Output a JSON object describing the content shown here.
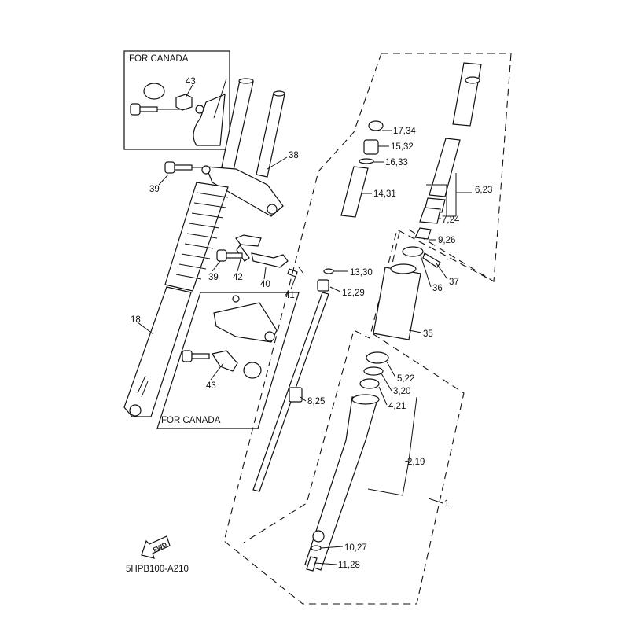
{
  "insets": {
    "top_title": "FOR CANADA",
    "bottom_title": "FOR CANADA"
  },
  "callouts": {
    "c43a": "43",
    "c38": "38",
    "c39a": "39",
    "c39b": "39",
    "c42": "42",
    "c40": "40",
    "c41": "41",
    "c18": "18",
    "c43b": "43",
    "c17_34": "17,34",
    "c15_32": "15,32",
    "c16_33": "16,33",
    "c14_31": "14,31",
    "c6_23": "6,23",
    "c7_24": "7,24",
    "c9_26": "9,26",
    "c37": "37",
    "c36": "36",
    "c13_30": "13,30",
    "c12_29": "12,29",
    "c35": "35",
    "c5_22": "5,22",
    "c3_20": "3,20",
    "c4_21": "4,21",
    "c8_25": "8,25",
    "c2_19": "2,19",
    "c1": "1",
    "c10_27": "10,27",
    "c11_28": "11,28"
  },
  "fwd_arrow": {
    "text": "FWD"
  },
  "diagram_code": "5HPB100-A210"
}
